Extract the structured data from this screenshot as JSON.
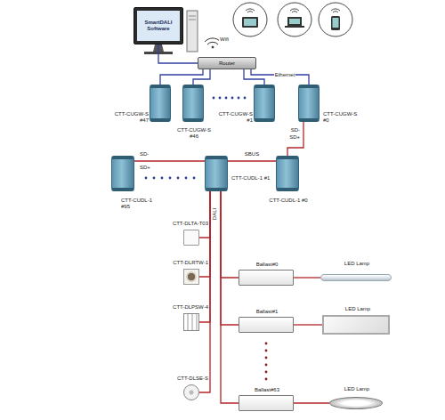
{
  "diagram": {
    "nodes": [
      {
        "text": [
          "SmartDALI Software"
        ]
      },
      {
        "text": [
          "Router"
        ]
      },
      {
        "text": [
          "CTT-CUGW-S #47"
        ]
      },
      {
        "text": [
          "CTT-CUGW-S #46"
        ]
      },
      {
        "text": [
          "CTT-CUGW-S #1"
        ]
      },
      {
        "text": [
          "CTT-CUGW-S #0"
        ]
      },
      {
        "text": [
          "CTT-CUDL-1 #95"
        ]
      },
      {
        "text": [
          "CTT-CUDL-1 #1"
        ]
      },
      {
        "text": [
          "CTT-CUDL-1 #0"
        ]
      },
      {
        "text": [
          "CTT-DLTA-T03"
        ]
      },
      {
        "text": [
          "Ballast#0"
        ]
      },
      {
        "text": [
          "LED Lamp"
        ]
      },
      {
        "text": [
          "CTT-DLRTW-1"
        ]
      },
      {
        "text": [
          "Ballast#1"
        ]
      },
      {
        "text": [
          "LED Lamp"
        ]
      },
      {
        "text": [
          "CTT-DLPSW-4"
        ]
      },
      {
        "text": [
          "CTT-DLSE-S"
        ]
      },
      {
        "text": [
          "Ballast#63"
        ]
      },
      {
        "text": [
          "LED Lamp"
        ]
      }
    ],
    "edges": [
      {
        "from": 0,
        "to": 1,
        "arrow": "none"
      },
      {
        "from": 1,
        "to": 2,
        "arrow": "none"
      },
      {
        "from": 1,
        "to": 3,
        "arrow": "none"
      },
      {
        "from": 1,
        "to": 4,
        "arrow": "none"
      },
      {
        "from": 1,
        "to": 5,
        "label": "Ethernet",
        "arrow": "none"
      },
      {
        "from": 5,
        "to": 8,
        "arrow": "none"
      },
      {
        "from": 6,
        "to": 7,
        "arrow": "none"
      },
      {
        "from": 7,
        "to": 8,
        "label": "SBUS",
        "arrow": "none"
      },
      {
        "from": 7,
        "to": 9,
        "arrow": "none"
      },
      {
        "from": 7,
        "to": 12,
        "arrow": "none"
      },
      {
        "from": 7,
        "to": 15,
        "arrow": "none"
      },
      {
        "from": 7,
        "to": 16,
        "arrow": "none"
      },
      {
        "from": 7,
        "to": 10,
        "arrow": "none"
      },
      {
        "from": 7,
        "to": 13,
        "arrow": "none"
      },
      {
        "from": 7,
        "to": 17,
        "arrow": "none"
      },
      {
        "from": 10,
        "to": 11,
        "arrow": "none"
      },
      {
        "from": 13,
        "to": 14,
        "arrow": "none"
      },
      {
        "from": 17,
        "to": 18,
        "arrow": "none"
      }
    ],
    "labels": [
      "Wifi",
      "SD-",
      "SD+",
      "SD-",
      "SD+",
      "DALI"
    ]
  }
}
